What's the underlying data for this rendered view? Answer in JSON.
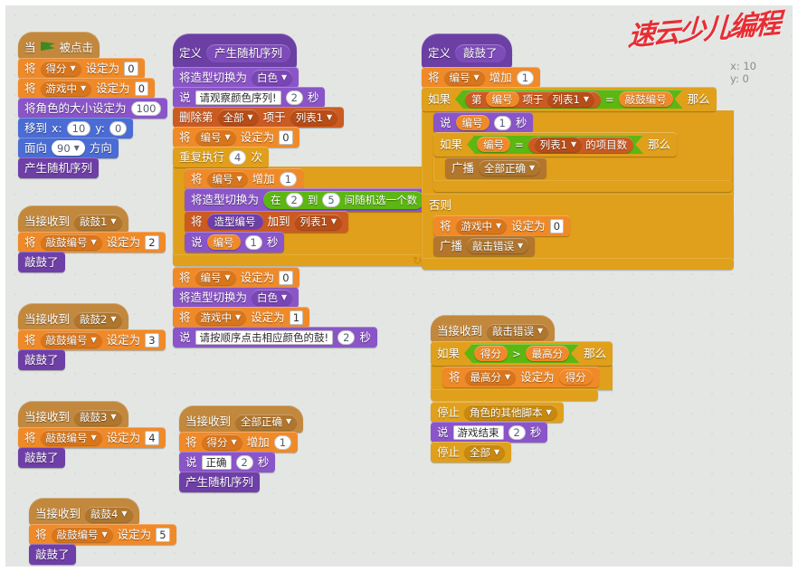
{
  "watermark": {
    "text": "速云少儿编程"
  },
  "stage_coords": {
    "x_label": "x: 10",
    "y_label": "y: 0"
  },
  "words": {
    "when": "当",
    "clicked": "被点击",
    "when_receive": "当接收到",
    "define": "定义",
    "set": "将",
    "set_to": "设定为",
    "change_by": "增加",
    "say": "说",
    "sec": "秒",
    "repeat": "重复执行",
    "times": "次",
    "if": "如果",
    "then": "那么",
    "else": "否则",
    "broadcast": "广播",
    "stop": "停止",
    "switch_costume": "将造型切换为",
    "set_size": "将角色的大小设定为",
    "goto": "移到",
    "x_label": "x:",
    "y_label": "y:",
    "point": "面向",
    "direction": "方向",
    "delete_item": "删除第",
    "of_list": "项于",
    "add": "加到",
    "item": "第",
    "item_of": "项于",
    "length_of": "的项目数",
    "pick_random_a": "在",
    "pick_random_to": "到",
    "pick_random_b": "间随机选一个数"
  },
  "vars": {
    "score": "得分",
    "in_game": "游戏中",
    "number": "编号",
    "drum_number": "敲鼓编号",
    "costume_number": "造型编号",
    "high_score": "最高分"
  },
  "lists": {
    "list1": "列表1"
  },
  "messages": {
    "drum1": "敲鼓1",
    "drum2": "敲鼓2",
    "drum3": "敲鼓3",
    "drum4": "敲鼓4",
    "all_correct": "全部正确",
    "hit_wrong": "敲击错误"
  },
  "customs": {
    "make_random_seq": "产生随机序列",
    "drum_hit": "敲鼓了"
  },
  "costumes": {
    "white": "白色"
  },
  "stop_options": {
    "other_scripts": "角色的其他脚本",
    "all": "全部"
  },
  "delete_options": {
    "all": "全部"
  },
  "scripts": {
    "green_flag": {
      "set_score_value": "0",
      "set_ingame_value": "0",
      "size_value": "100",
      "goto_x": "10",
      "goto_y": "0",
      "direction_value": "90"
    },
    "drum1": {
      "set_value": "2"
    },
    "drum2": {
      "set_value": "3"
    },
    "drum3": {
      "set_value": "4"
    },
    "drum4": {
      "set_value": "5"
    },
    "define_random": {
      "say_text": "请观察颜色序列!",
      "say_secs": "2",
      "set_number_value": "0",
      "repeat_times": "4",
      "change_number_by": "1",
      "random_from": "2",
      "random_to": "5",
      "say_number_secs": "1",
      "reset_number_value": "0",
      "set_ingame_value": "1",
      "say_text2": "请按顺序点击相应颜色的鼓!",
      "say_secs2": "2"
    },
    "all_correct": {
      "change_score_by": "1",
      "say_text": "正确",
      "say_secs": "2"
    },
    "define_drum_hit": {
      "change_number_by": "1",
      "say_number_secs": "1",
      "set_ingame_value": "0"
    },
    "hit_wrong": {
      "say_text": "游戏结束",
      "say_secs": "2"
    }
  },
  "colors": {
    "events": "#c2883d",
    "control": "#e0a01b",
    "motion": "#4a6cd4",
    "looks": "#8a55c8",
    "variables": "#f08a28",
    "list": "#cc5b22",
    "operators": "#5cb712",
    "custom": "#6f3fa8",
    "background": "#e4e6e4",
    "watermark": "#e8252b"
  }
}
